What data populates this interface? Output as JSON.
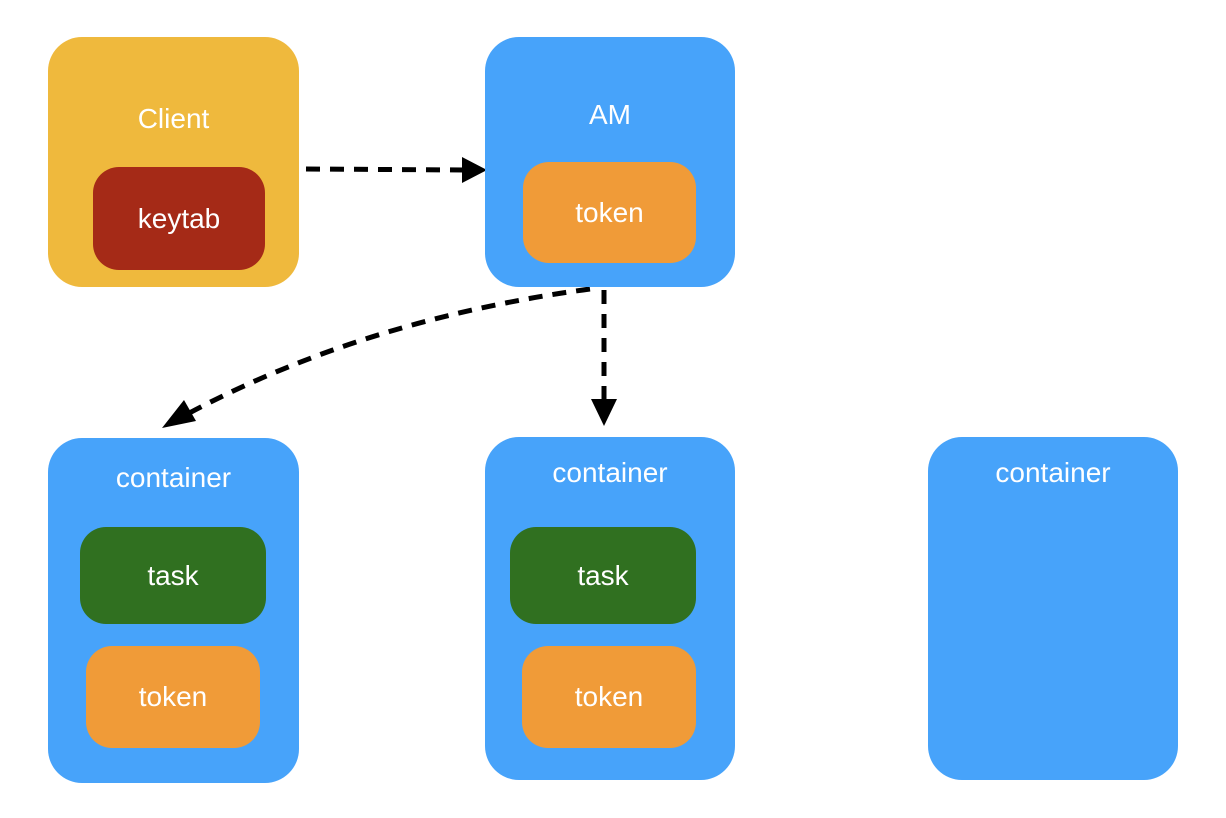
{
  "colors": {
    "client": "#EFB93D",
    "keytab": "#A52A17",
    "blue_box": "#47A3FA",
    "token": "#F09B38",
    "task": "#307020",
    "arrow": "#000000"
  },
  "nodes": {
    "client": {
      "label": "Client",
      "inner": [
        "keytab"
      ]
    },
    "am": {
      "label": "AM",
      "inner": [
        "token"
      ]
    },
    "container_1": {
      "label": "container",
      "inner": [
        "task",
        "token"
      ]
    },
    "container_2": {
      "label": "container",
      "inner": [
        "task",
        "token"
      ]
    },
    "container_3": {
      "label": "container",
      "inner": []
    }
  },
  "edges": [
    {
      "from": "client",
      "to": "am",
      "style": "dashed"
    },
    {
      "from": "am",
      "to": "container_1",
      "style": "dashed-curve"
    },
    {
      "from": "am",
      "to": "container_2",
      "style": "dashed"
    }
  ]
}
